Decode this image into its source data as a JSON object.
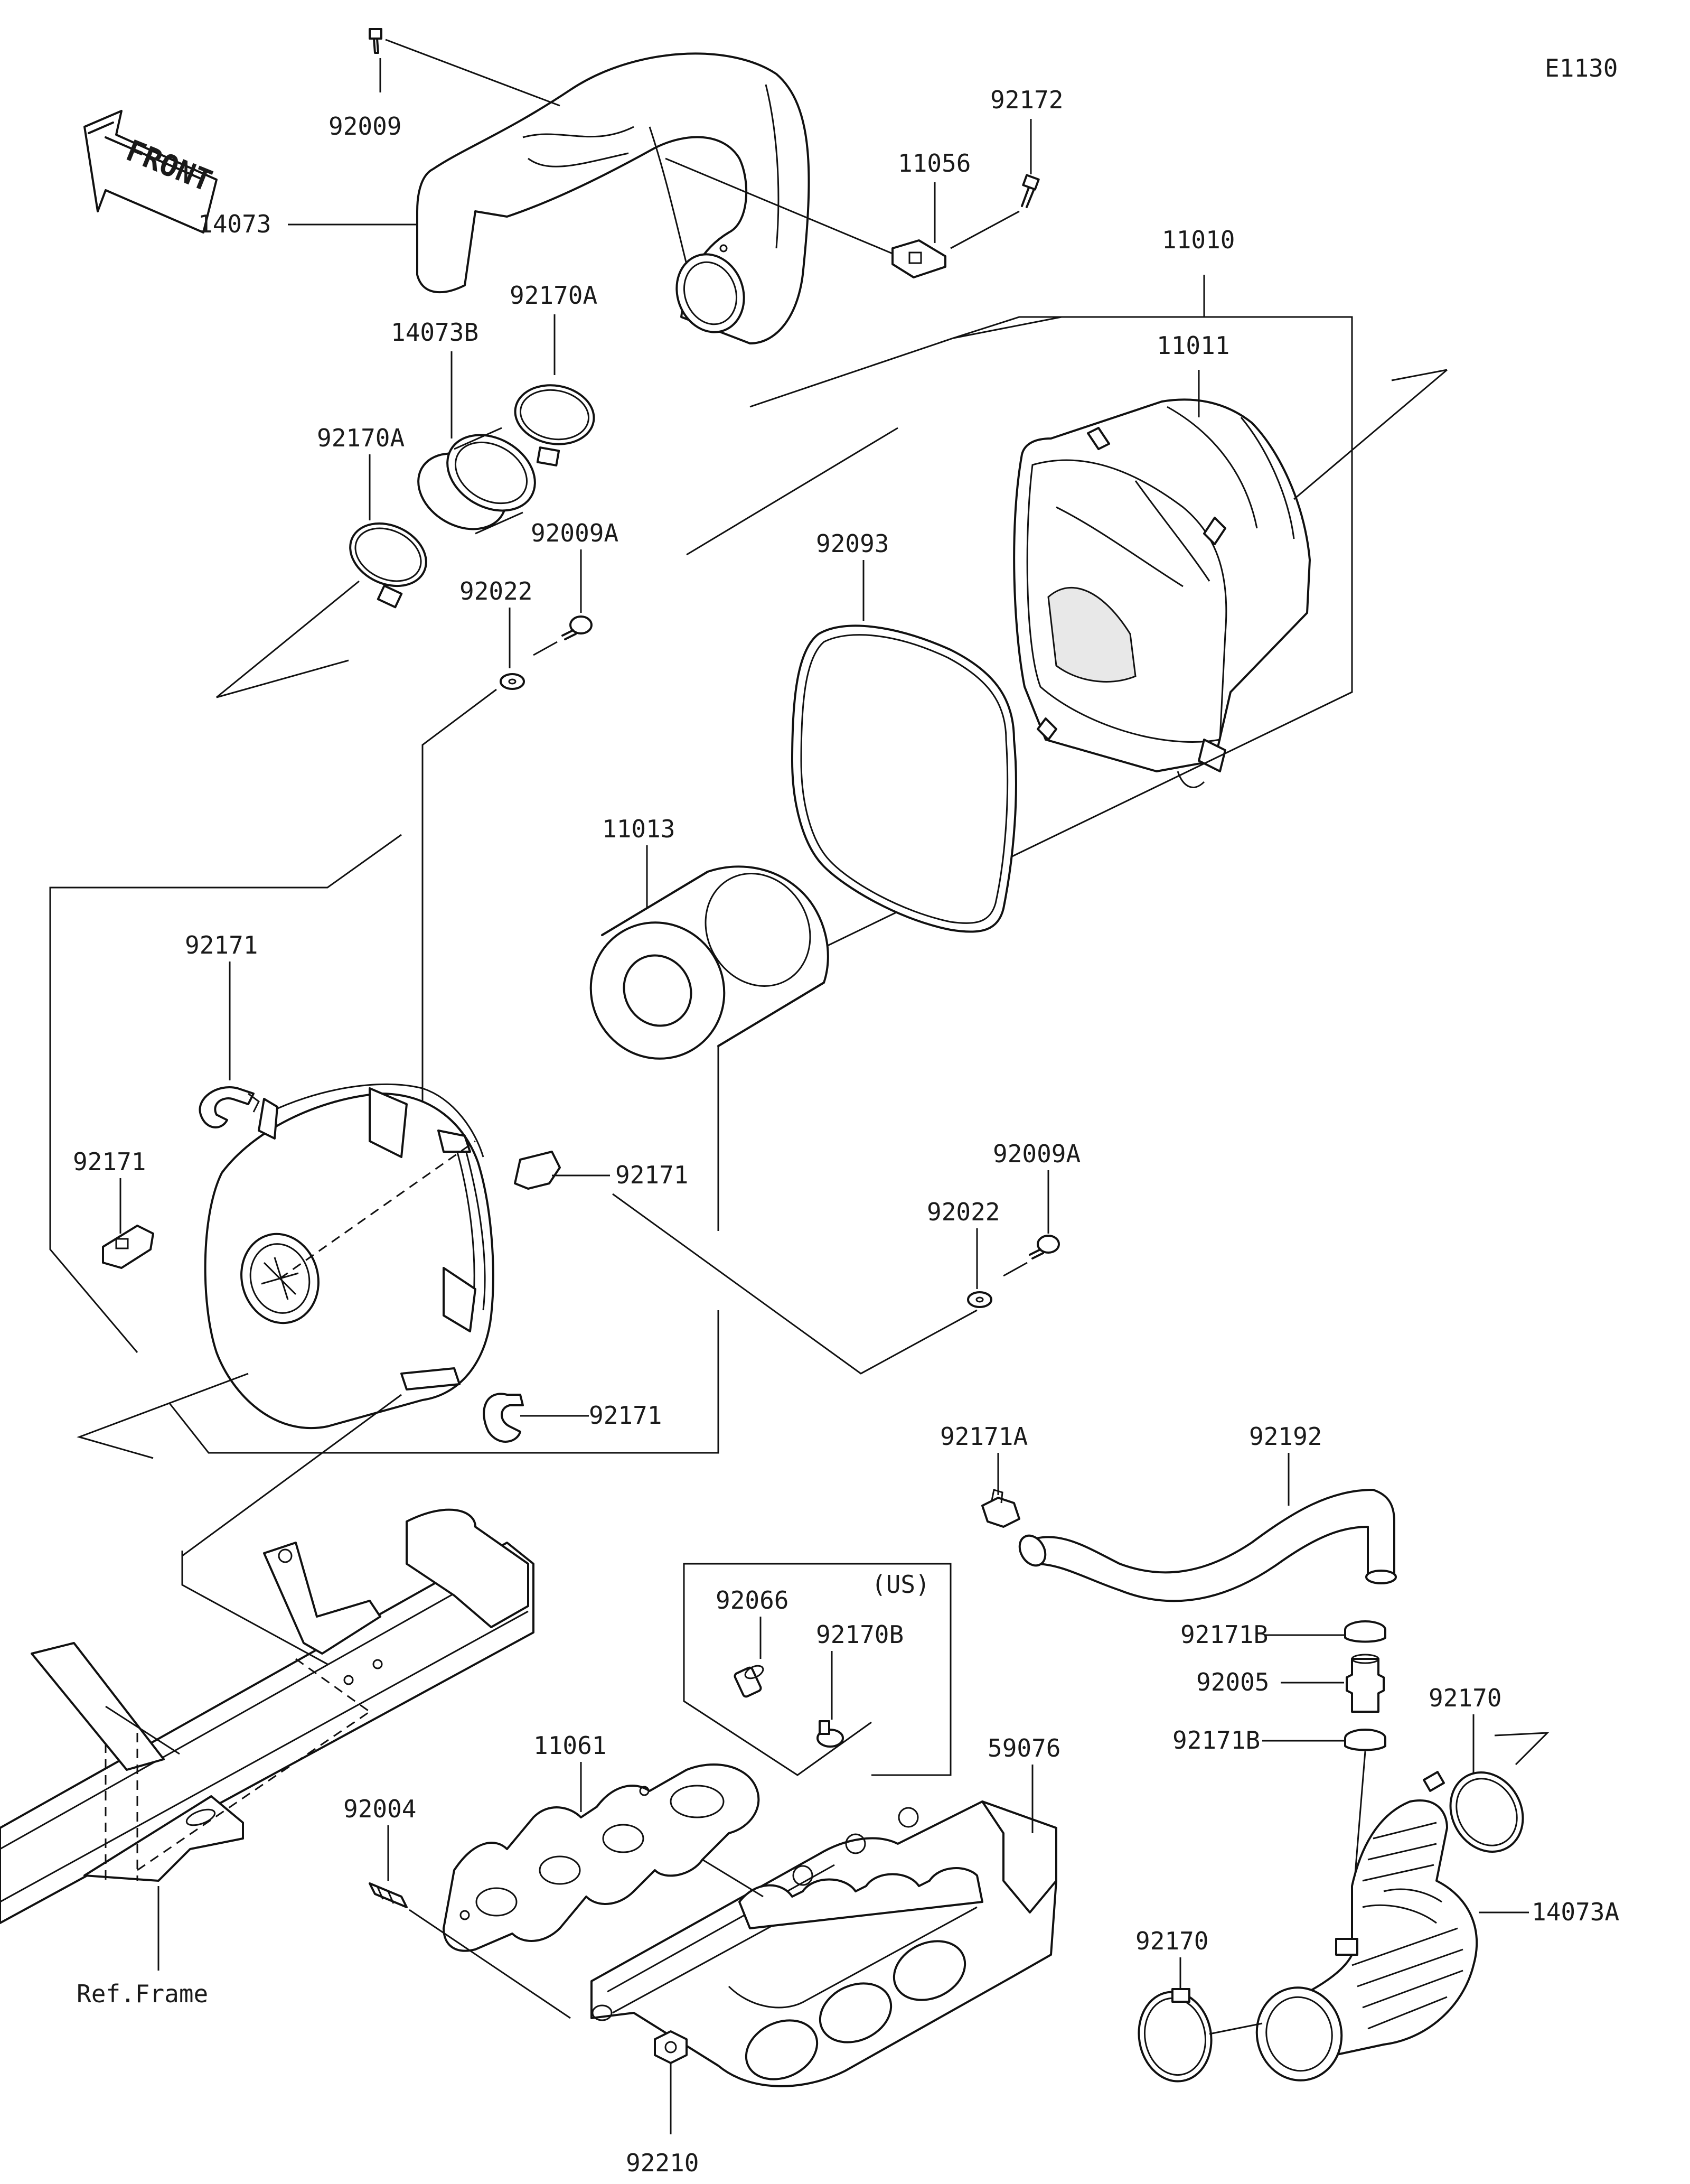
{
  "diagram_code": "E1130",
  "front_arrow_label": "FRONT",
  "ref_frame_label": "Ref.Frame",
  "us_note": "(US)",
  "parts": {
    "p92009": "92009",
    "p14073": "14073",
    "p92172": "92172",
    "p11056": "11056",
    "p11010": "11010",
    "p11011": "11011",
    "p92170A_1": "92170A",
    "p14073B": "14073B",
    "p92170A_2": "92170A",
    "p92009A_1": "92009A",
    "p92022_1": "92022",
    "p92093": "92093",
    "p11013": "11013",
    "p92171_1": "92171",
    "p92171_2": "92171",
    "p92171_3": "92171",
    "p92171_4": "92171",
    "p92009A_2": "92009A",
    "p92022_2": "92022",
    "p92171A": "92171A",
    "p92192": "92192",
    "p92066": "92066",
    "p92170B": "92170B",
    "p92171B_1": "92171B",
    "p92005": "92005",
    "p92170_1": "92170",
    "p92171B_2": "92171B",
    "p11061": "11061",
    "p59076": "59076",
    "p92004": "92004",
    "p92170_2": "92170",
    "p14073A": "14073A",
    "p92210": "92210"
  }
}
